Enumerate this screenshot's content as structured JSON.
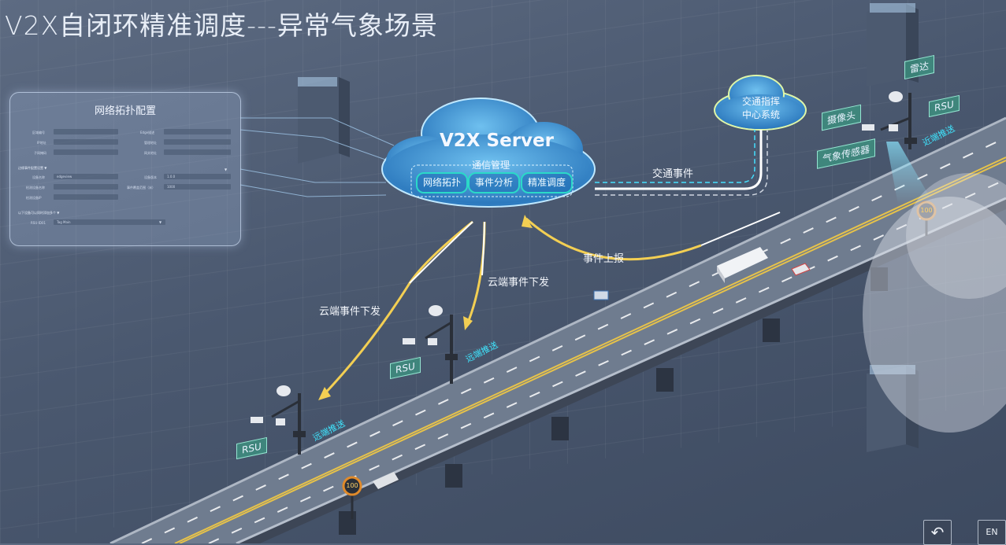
{
  "title": "V2X自闭环精准调度---异常气象场景",
  "panel": {
    "title": "网络拓扑配置",
    "rows": [
      {
        "left": "区域编号",
        "right": "Edge描述"
      },
      {
        "left": "IP地址",
        "right": "管理地址"
      },
      {
        "left": "子网掩码",
        "right": "网关地址"
      }
    ],
    "section1": "边缘事件配置设置 ▼",
    "rows2": [
      {
        "left": "设备名称",
        "value": "edgeview",
        "right": "设备版本",
        "rvalue": "1.0.0"
      },
      {
        "left": "检测设备名称",
        "value": "",
        "right": "事件覆盖范围（米）",
        "rvalue": "1000"
      },
      {
        "left": "检测设备IP",
        "value": "",
        "right": "",
        "rvalue": ""
      }
    ],
    "section2": "以下设备可以同时添加多个 ▼",
    "rsu_label": "RSU-ID01",
    "rsu_value": "Tag Main"
  },
  "server": {
    "title": "V2X Server",
    "comm": "通信管理",
    "chips": [
      "网络拓扑",
      "事件分析",
      "精准调度"
    ]
  },
  "center": {
    "line1": "交通指挥",
    "line2": "中心系统"
  },
  "labels": {
    "traffic_event": "交通事件",
    "event_report": "事件上报",
    "cloud_down_1": "云端事件下发",
    "cloud_down_2": "云端事件下发"
  },
  "tags": {
    "radar": "雷达",
    "camera": "摄像头",
    "rsu_right": "RSU",
    "weather_sensor": "气象传感器",
    "rsu_mid": "RSU",
    "rsu_left": "RSU"
  },
  "push": {
    "right": "近端推送",
    "mid": "远端推送",
    "left": "远端推送"
  },
  "speed_signs": [
    "100",
    "100"
  ],
  "buttons": {
    "back": "↶",
    "lang": "EN"
  }
}
